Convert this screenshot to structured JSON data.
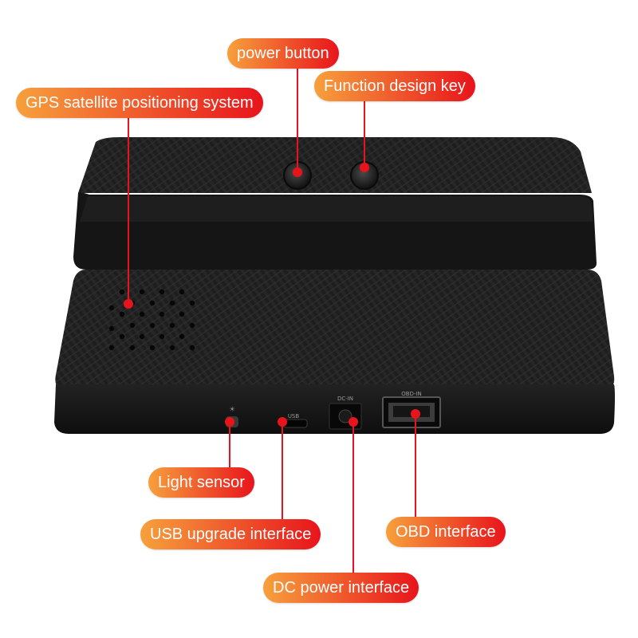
{
  "colors": {
    "callout_start": "#f7a03c",
    "callout_end": "#e8141c",
    "leader_line": "#e8141c",
    "dot": "#e8141c",
    "device_body": "#1b1b1b",
    "device_top": "#2b2b2b",
    "port_label": "#9a9a9a"
  },
  "callouts": {
    "power_button": "power button",
    "function_key": "Function design key",
    "gps": "GPS satellite positioning system",
    "light_sensor": "Light sensor",
    "usb": "USB upgrade interface",
    "obd": "OBD interface",
    "dc": "DC power interface"
  },
  "ports": {
    "usb_label": "USB",
    "dc_label": "DC-IN",
    "obd_label": "OBD-IN"
  }
}
